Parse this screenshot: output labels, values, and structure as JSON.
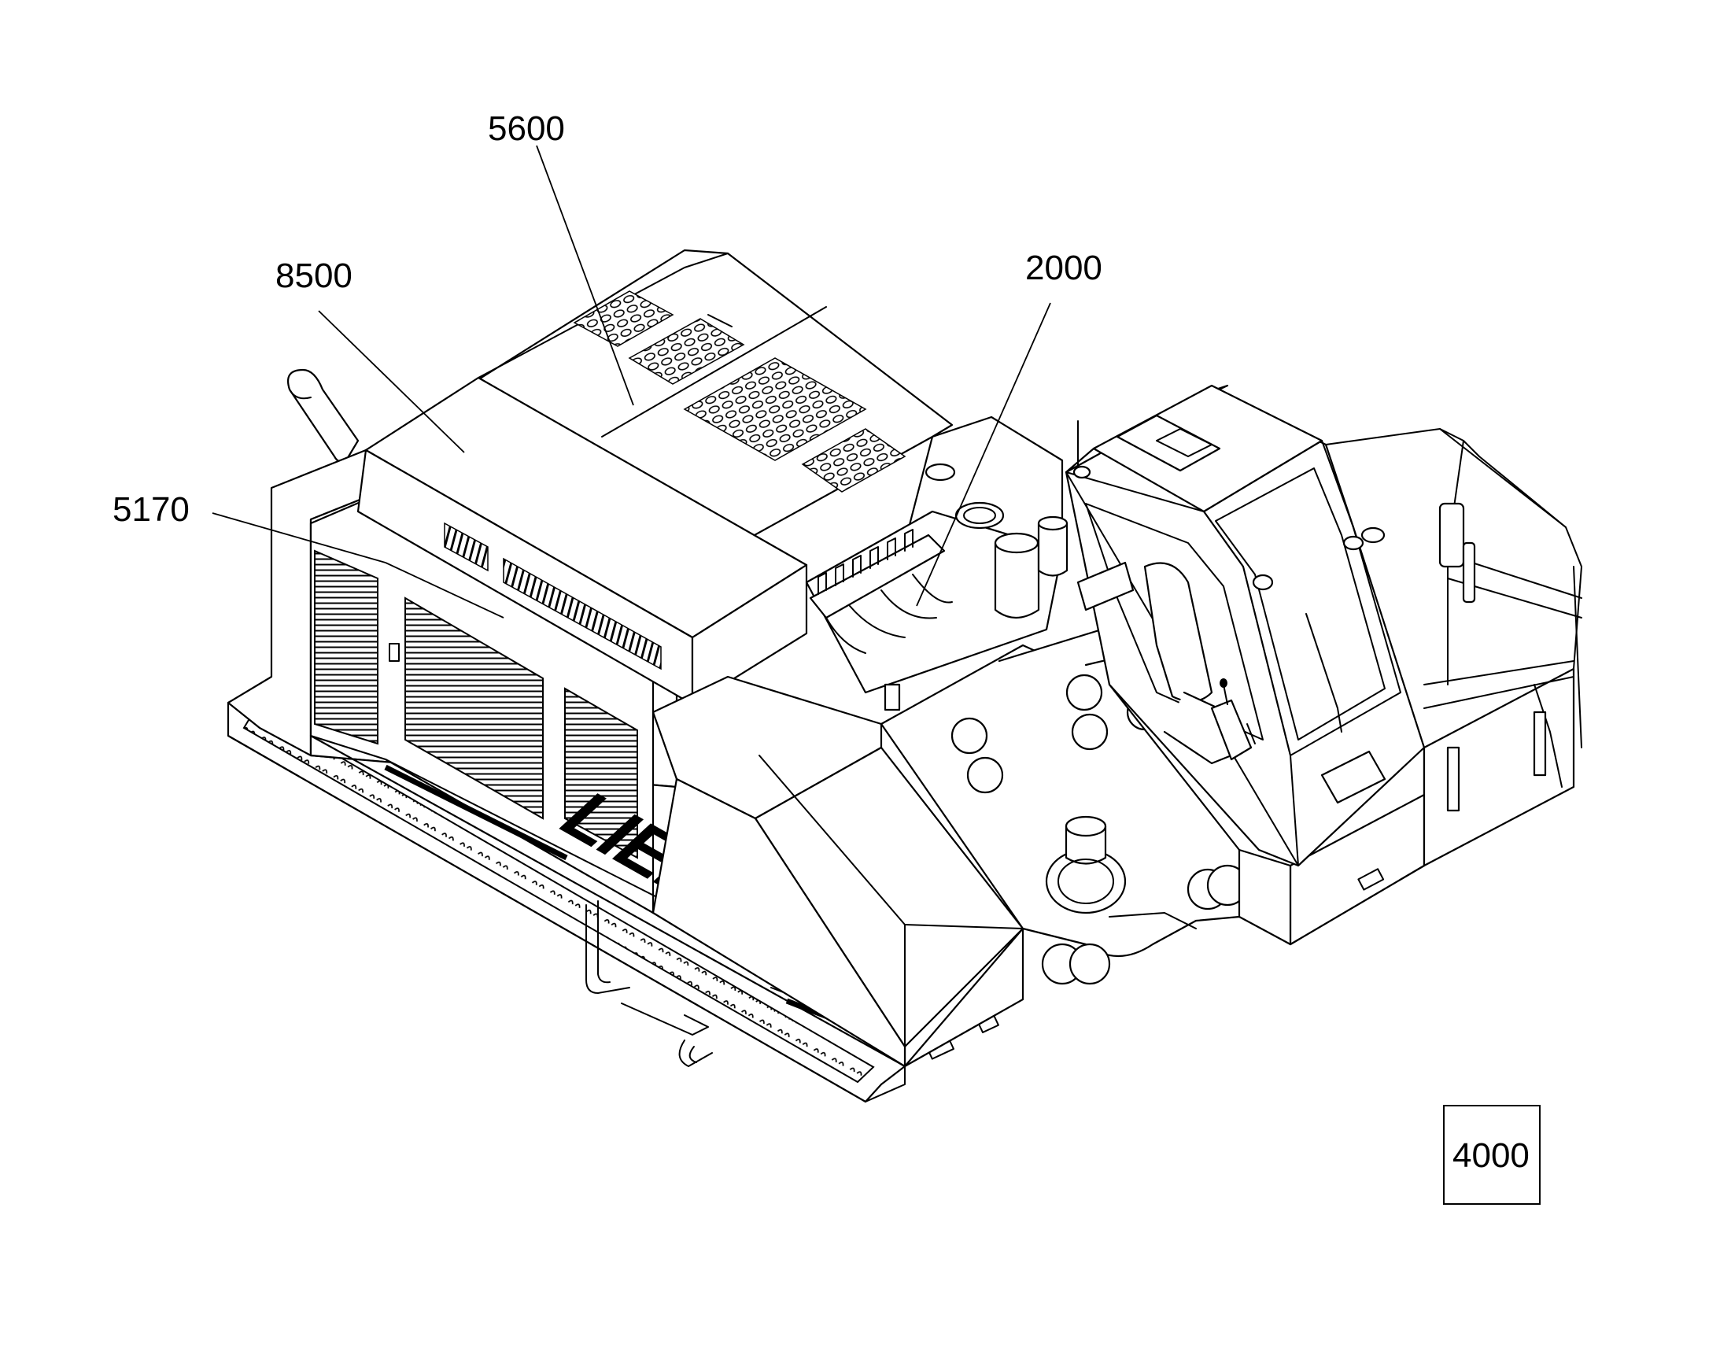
{
  "callouts": {
    "c5600": "5600",
    "c8500": "8500",
    "c2000": "2000",
    "c5170": "5170",
    "c4000": "4000"
  },
  "logo": {
    "text": "LIEBHERR"
  }
}
